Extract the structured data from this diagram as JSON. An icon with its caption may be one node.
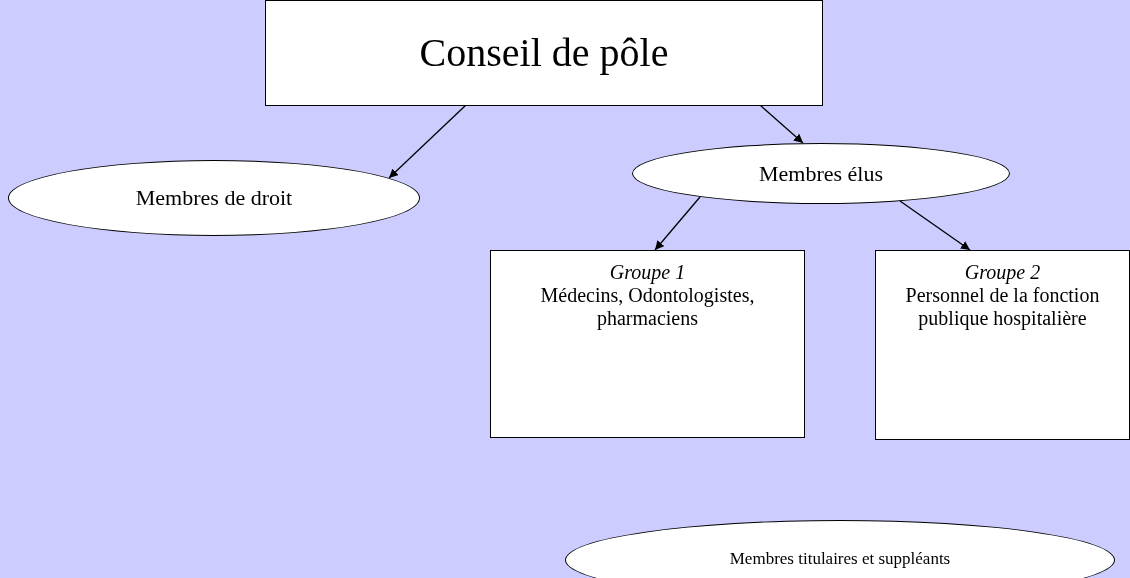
{
  "diagram": {
    "nodes": [
      {
        "text": [
          "Conseil de pôle"
        ]
      },
      {
        "text": [
          "Membres de droit"
        ]
      },
      {
        "text": [
          "Membres élus"
        ]
      },
      {
        "text": [
          "Groupe 1",
          "Médecins, Odontologistes, pharmaciens"
        ]
      },
      {
        "text": [
          "Groupe 2",
          "Personnel de la fonction publique hospitalière"
        ]
      },
      {
        "text": [
          "Membres titulaires et suppléants"
        ]
      }
    ],
    "edges": [
      {
        "from": 0,
        "to": 1,
        "arrow": "to"
      },
      {
        "from": 0,
        "to": 2,
        "arrow": "to"
      },
      {
        "from": 2,
        "to": 3,
        "arrow": "to"
      },
      {
        "from": 2,
        "to": 4,
        "arrow": "to"
      }
    ]
  }
}
